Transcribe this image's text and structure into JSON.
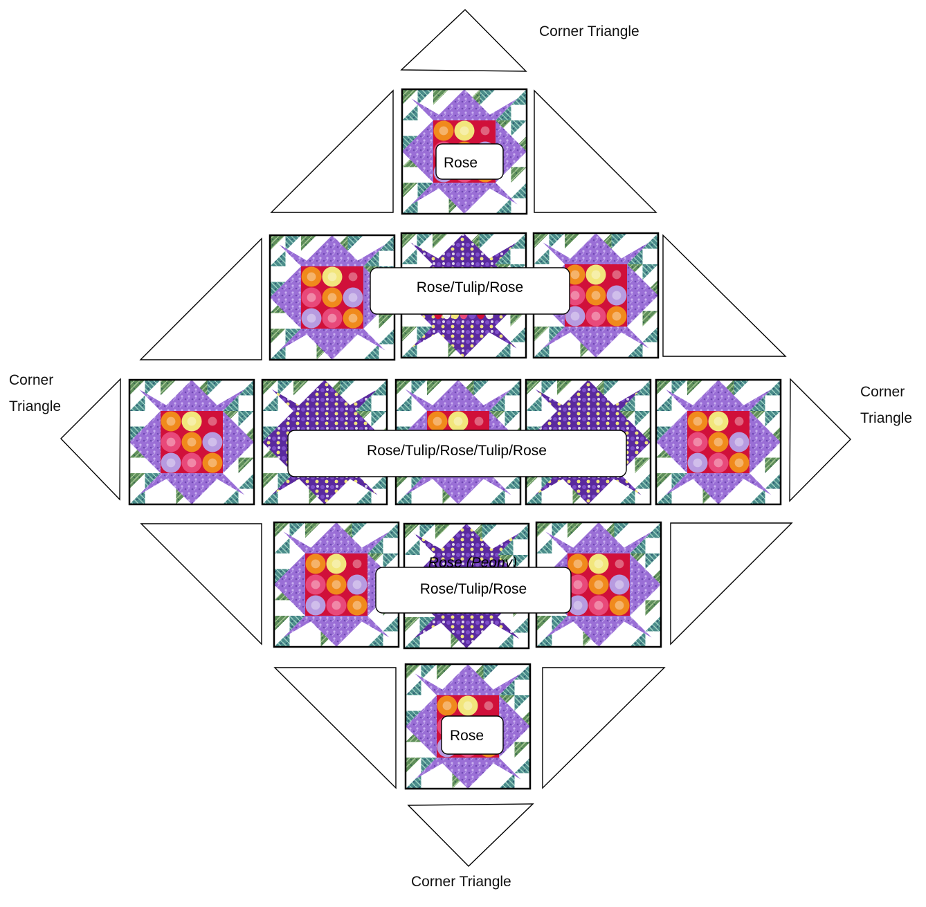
{
  "labels": {
    "corner_top": "Corner Triangle",
    "corner_bottom": "Corner Triangle",
    "corner_left_line1": "Corner",
    "corner_left_line2": "Triangle",
    "corner_right_line1": "Corner",
    "corner_right_line2": "Triangle"
  },
  "rows": [
    {
      "label": "Rose",
      "blocks": [
        "rose"
      ]
    },
    {
      "label": "Rose/Tulip/Rose",
      "blocks": [
        "rose",
        "tulip",
        "rose"
      ]
    },
    {
      "label": "Rose/Tulip/Rose/Tulip/Rose",
      "blocks": [
        "rose",
        "tulip",
        "rose",
        "tulip",
        "rose"
      ]
    },
    {
      "label": "Rose/Tulip/Rose",
      "blocks": [
        "rose",
        "tulip",
        "rose"
      ],
      "extra_label": "Rose (Peony)"
    },
    {
      "label": "Rose",
      "blocks": [
        "rose"
      ]
    }
  ],
  "colors": {
    "outline": "#000000",
    "star_purple": "#9a6fd6",
    "rose_orange": "#f08a1c",
    "rose_pink": "#e8497a",
    "rose_red": "#d0103a",
    "rose_yellow": "#f2e67c",
    "rose_lavender": "#b79be0",
    "tulip_purple": "#5a2a9e",
    "tulip_violet": "#7e4ec9",
    "hst_green": "#5f8f5a",
    "hst_teal": "#4a8c8a"
  }
}
